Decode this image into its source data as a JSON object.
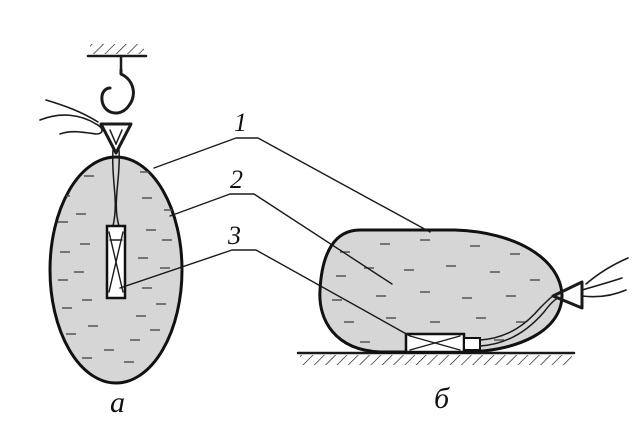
{
  "figure": {
    "callouts": [
      {
        "id": "1",
        "label": "1"
      },
      {
        "id": "2",
        "label": "2"
      },
      {
        "id": "3",
        "label": "3"
      }
    ],
    "panels": [
      {
        "id": "a",
        "caption": "а"
      },
      {
        "id": "b",
        "caption": "б"
      }
    ],
    "colors": {
      "ink": "#111111",
      "liquid_fill": "#d6d6d6",
      "background": "#ffffff"
    }
  }
}
